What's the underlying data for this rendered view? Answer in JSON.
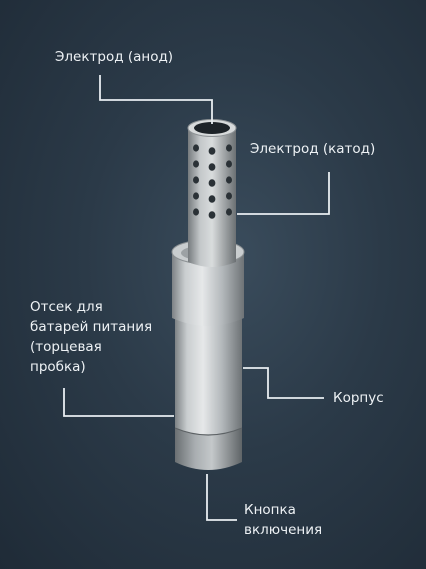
{
  "labels": {
    "anode": "Электрод (анод)",
    "cathode": "Электрод (катод)",
    "battery": [
      "Отсек для",
      "батарей питания",
      "(торцевая",
      "пробка)"
    ],
    "body": "Корпус",
    "button": [
      "Кнопка",
      "включения"
    ]
  },
  "colors": {
    "background": "#2b3a48",
    "leader_lines": "#e8edf1",
    "text": "#eef2f5"
  }
}
